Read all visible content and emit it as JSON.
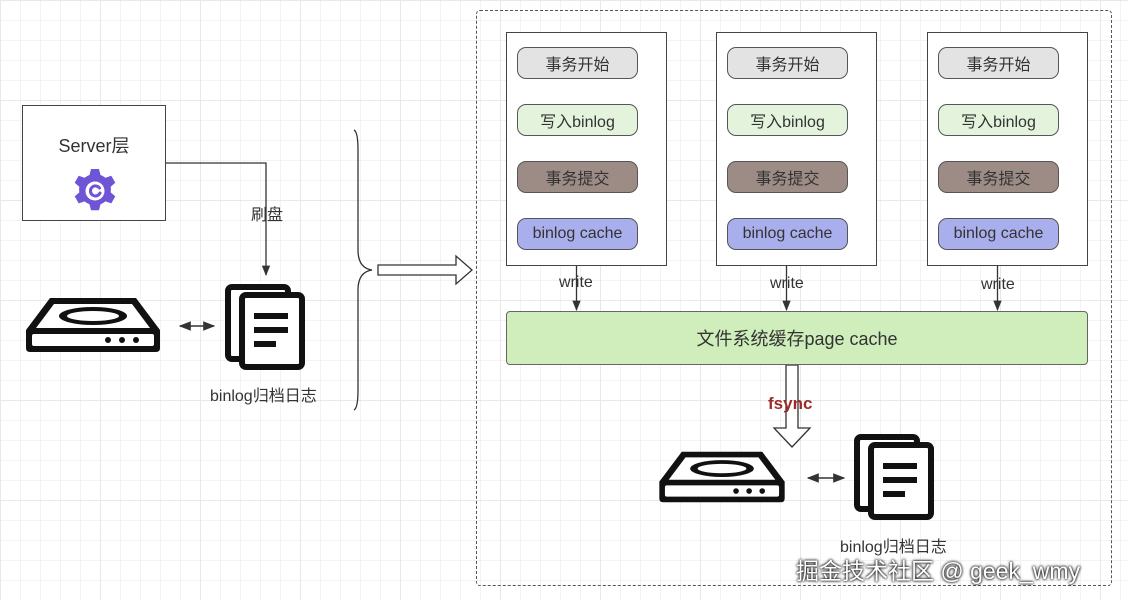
{
  "server": {
    "title": "Server层",
    "icon": "gear-icon"
  },
  "flush_label": "刷盘",
  "archive_label_left": "binlog归档日志",
  "transactions": [
    {
      "start": "事务开始",
      "write": "写入binlog",
      "commit": "事务提交",
      "cache": "binlog cache"
    },
    {
      "start": "事务开始",
      "write": "写入binlog",
      "commit": "事务提交",
      "cache": "binlog cache"
    },
    {
      "start": "事务开始",
      "write": "写入binlog",
      "commit": "事务提交",
      "cache": "binlog cache"
    }
  ],
  "write_label": "write",
  "page_cache_label": "文件系统缓存page cache",
  "fsync_label": "fsync",
  "archive_label_right": "binlog归档日志",
  "watermark": "掘金技术社区 @ geek_wmy",
  "colors": {
    "txn_start": "#e3e3e3",
    "write_binlog": "#e4f4dc",
    "txn_commit": "#9d8c86",
    "binlog_cache": "#a9afec",
    "page_cache": "#cfeebb",
    "fsync": "#9b2c2c",
    "gear": "#6f55d6"
  }
}
